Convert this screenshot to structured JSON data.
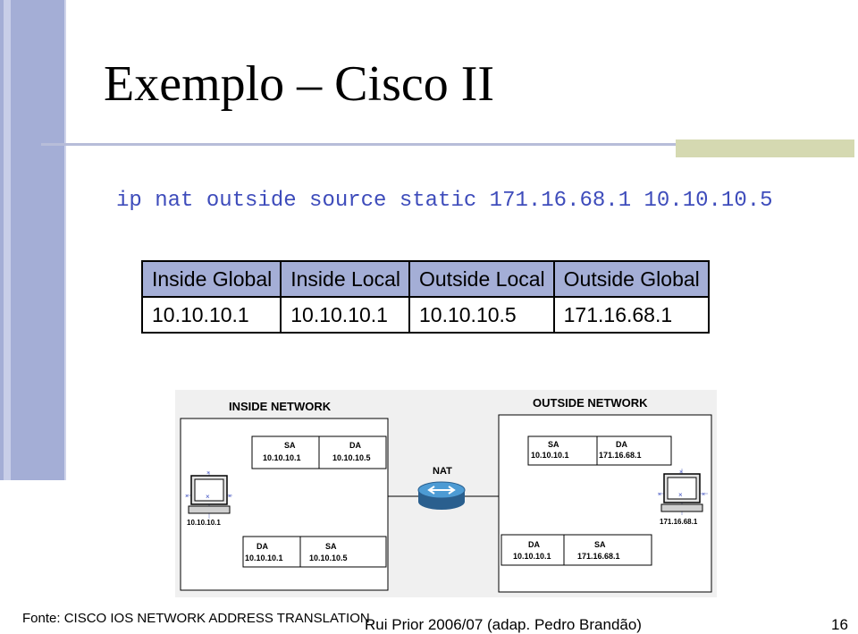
{
  "slide": {
    "title": "Exemplo – Cisco II",
    "command": "ip nat outside source static 171.16.68.1 10.10.10.5"
  },
  "nat_table": {
    "headers": [
      "Inside Global",
      "Inside Local",
      "Outside Local",
      "Outside Global"
    ],
    "rows": [
      [
        "10.10.10.1",
        "10.10.10.1",
        "10.10.10.5",
        "171.16.68.1"
      ]
    ]
  },
  "diagram": {
    "inside_label": "INSIDE NETWORK",
    "outside_label": "OUTSIDE NETWORK",
    "nat_label": "NAT",
    "left_host_ip": "10.10.10.1",
    "right_host_ip": "171.16.68.1",
    "packets": {
      "inside_top": {
        "sa_label": "SA",
        "sa": "10.10.10.1",
        "da_label": "DA",
        "da": "10.10.10.5"
      },
      "outside_top": {
        "sa_label": "SA",
        "sa": "10.10.10.1",
        "da_label": "DA",
        "da": "171.16.68.1"
      },
      "inside_bottom": {
        "da_label": "DA",
        "da": "10.10.10.1",
        "sa_label": "SA",
        "sa": "10.10.10.5"
      },
      "outside_bottom": {
        "da_label": "DA",
        "da": "10.10.10.1",
        "sa_label": "SA",
        "sa": "171.16.68.1"
      }
    }
  },
  "footer": {
    "source": "Fonte: CISCO IOS NETWORK ADDRESS TRANSLATION",
    "author": "Rui Prior 2006/07 (adap. Pedro Brandão)",
    "page": "16"
  },
  "colors": {
    "accent_bar": "#a4aed6",
    "command_text": "#3e4cbb",
    "router": "#3a7fb8"
  }
}
